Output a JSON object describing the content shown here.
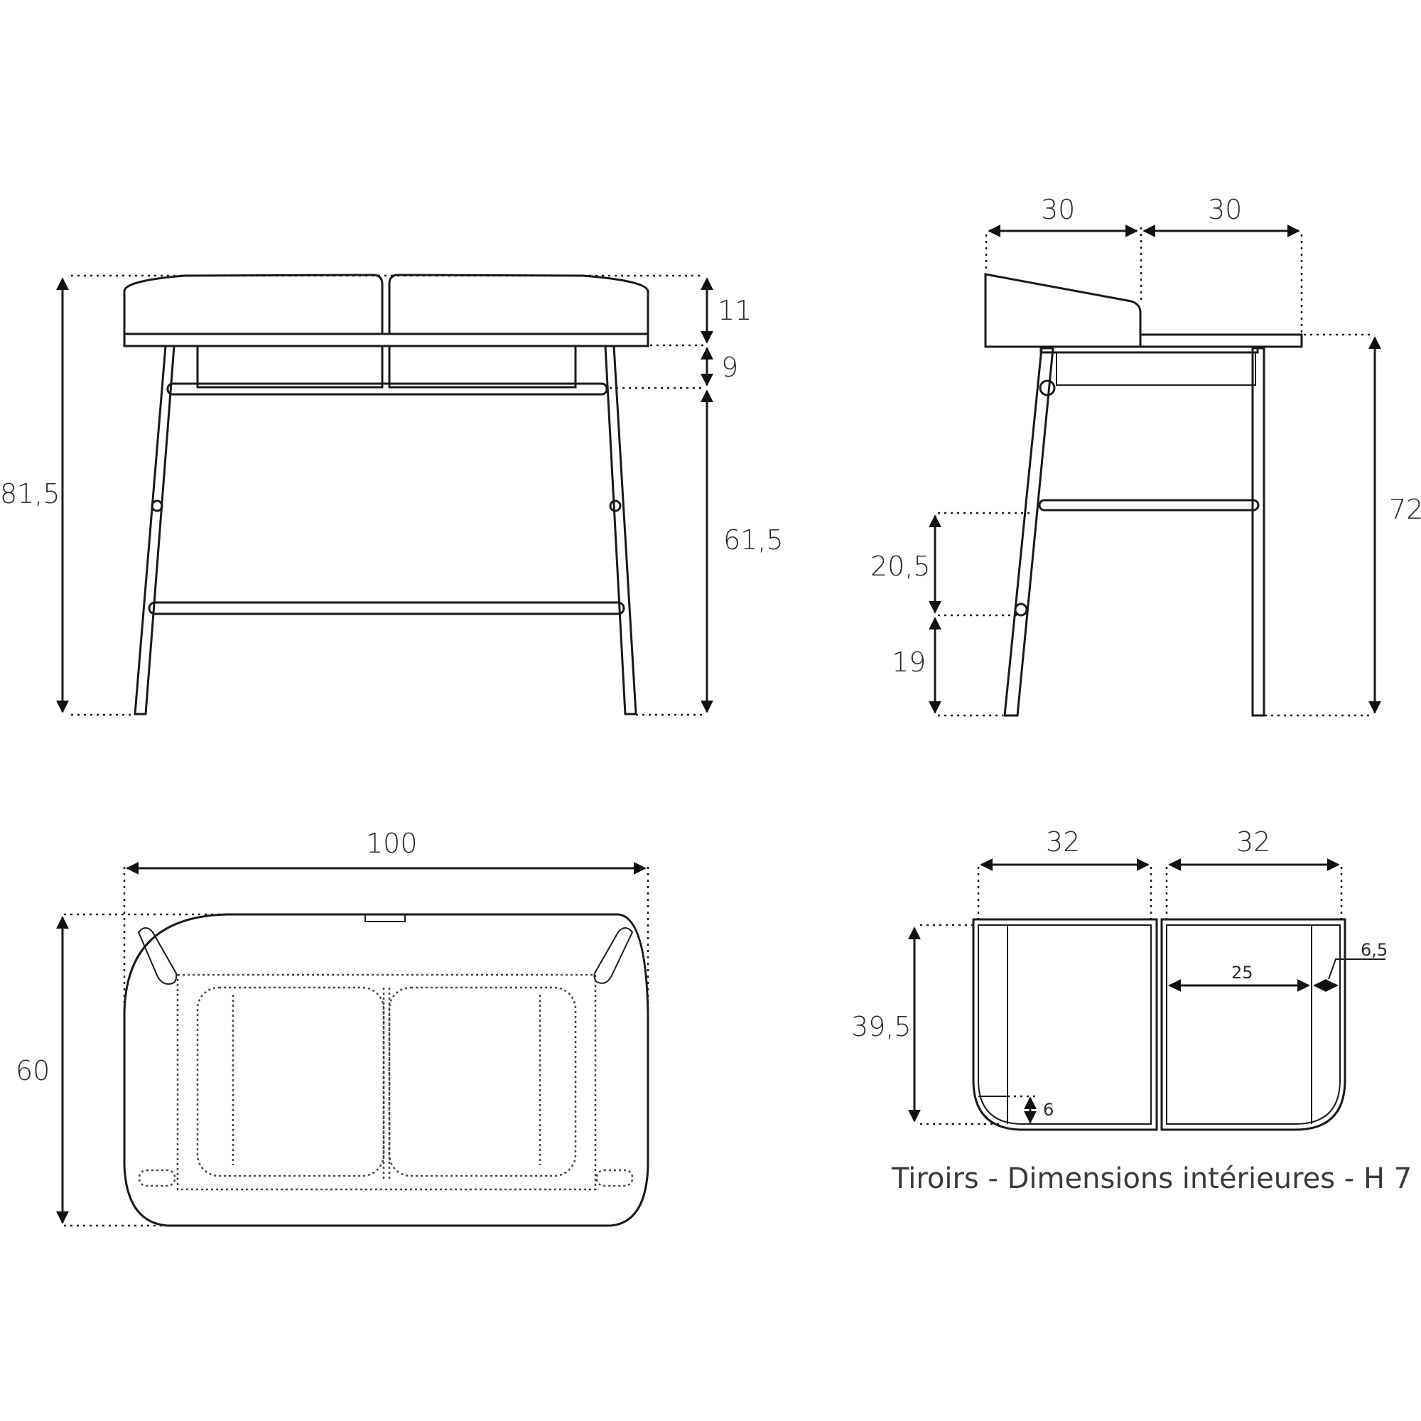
{
  "drawing": {
    "subject": "Desk with two drawers - dimensioned technical drawing",
    "units": "cm",
    "line_color": "#1a1a1a",
    "background": "#ffffff"
  },
  "front_view": {
    "total_height": "81,5",
    "top_height": "11",
    "apron_height": "9",
    "leg_height": "61,5"
  },
  "side_view": {
    "depth_back": "30",
    "depth_front": "30",
    "desk_height": "72",
    "stretcher_gap": "20,5",
    "lower_stretcher_height": "19"
  },
  "top_view": {
    "width": "100",
    "depth": "60"
  },
  "drawer_view": {
    "left_width": "32",
    "right_width": "32",
    "depth": "39,5",
    "inner_width": "25",
    "side_compartment": "6,5",
    "front_compartment": "6",
    "caption": "Tiroirs - Dimensions intérieures - H 7"
  }
}
